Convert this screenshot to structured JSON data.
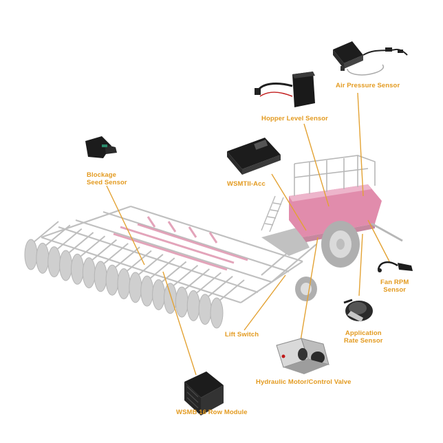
{
  "labels": {
    "air_pressure_sensor": "Air Pressure Sensor",
    "hopper_level_sensor": "Hopper Level Sensor",
    "blockage_line1": "Blockage",
    "blockage_line2": "Seed Sensor",
    "wsmtii_acc": "WSMTII-Acc",
    "fan_rpm_line1": "Fan RPM",
    "fan_rpm_line2": "Sensor",
    "application_rate_line1": "Application",
    "application_rate_line2": "Rate Sensor",
    "lift_switch": "Lift Switch",
    "hydraulic_motor": "Hydraulic Motor/Control Valve",
    "wsmb_module": "WSMB 16 Row Module"
  },
  "colors": {
    "label": "#e39a1f",
    "leader": "#e3a233",
    "machine_frame": "#9a9a9a",
    "machine_accent": "#c23b6b",
    "component_dark": "#1d1d1d"
  }
}
